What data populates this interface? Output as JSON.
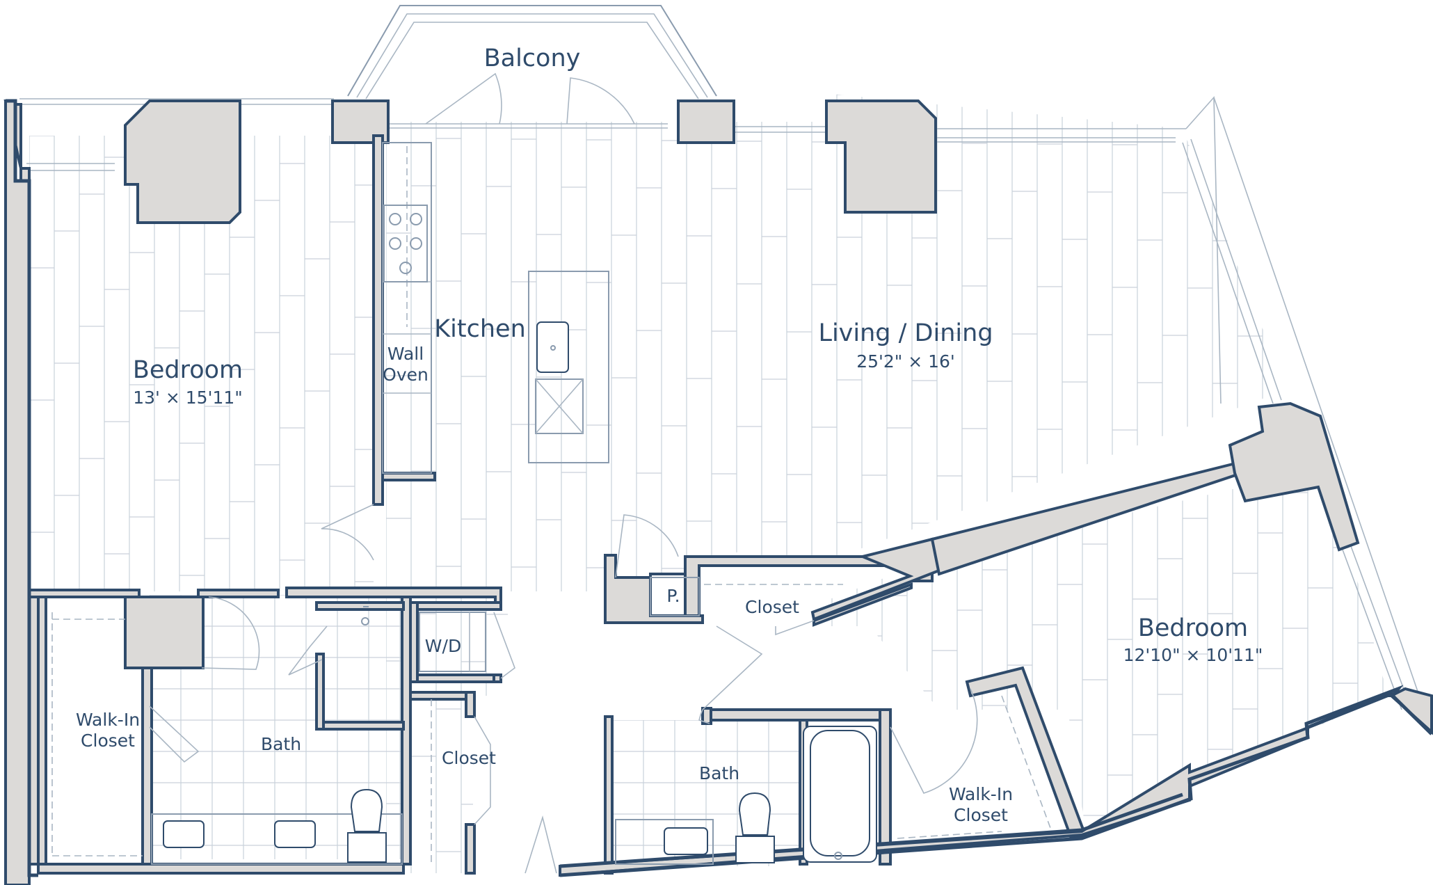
{
  "rooms": {
    "balcony": {
      "label": "Balcony"
    },
    "kitchen": {
      "label": "Kitchen"
    },
    "wall_oven": {
      "line1": "Wall",
      "line2": "Oven"
    },
    "living": {
      "label": "Living / Dining",
      "dims": "25'2\" × 16'"
    },
    "bedroom1": {
      "label": "Bedroom",
      "dims": "13' × 15'11\""
    },
    "bedroom2": {
      "label": "Bedroom",
      "dims": "12'10\" × 10'11\""
    },
    "walkin1": {
      "line1": "Walk-In",
      "line2": "Closet"
    },
    "walkin2": {
      "line1": "Walk-In",
      "line2": "Closet"
    },
    "bath1": {
      "label": "Bath"
    },
    "bath2": {
      "label": "Bath"
    },
    "wd": {
      "label": "W/D"
    },
    "closet_hall": {
      "label": "Closet"
    },
    "closet_entry": {
      "label": "Closet"
    },
    "pantry": {
      "label": "P."
    }
  },
  "colors": {
    "wall_fill": "#dcdad8",
    "wall_outline": "#2f4b6b",
    "text": "#2f4b6b",
    "thin_line": "#a9b6c3"
  }
}
